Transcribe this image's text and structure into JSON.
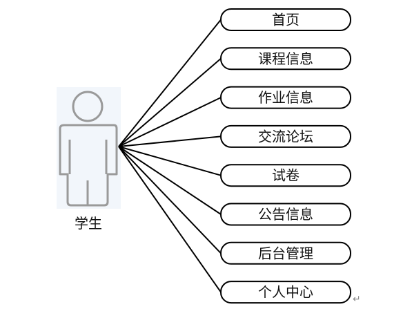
{
  "actor": {
    "label": "学生",
    "icon": "person-icon"
  },
  "use_cases": [
    {
      "label": "首页"
    },
    {
      "label": "课程信息"
    },
    {
      "label": "作业信息"
    },
    {
      "label": "交流论坛"
    },
    {
      "label": "试卷"
    },
    {
      "label": "公告信息"
    },
    {
      "label": "后台管理"
    },
    {
      "label": "个人中心"
    }
  ],
  "paragraph_mark": "↵",
  "colors": {
    "line": "#000000",
    "node_border": "#000000",
    "node_fill": "#ffffff",
    "actor_stroke": "#9a9a9a",
    "actor_shadow": "#dde6f3"
  }
}
